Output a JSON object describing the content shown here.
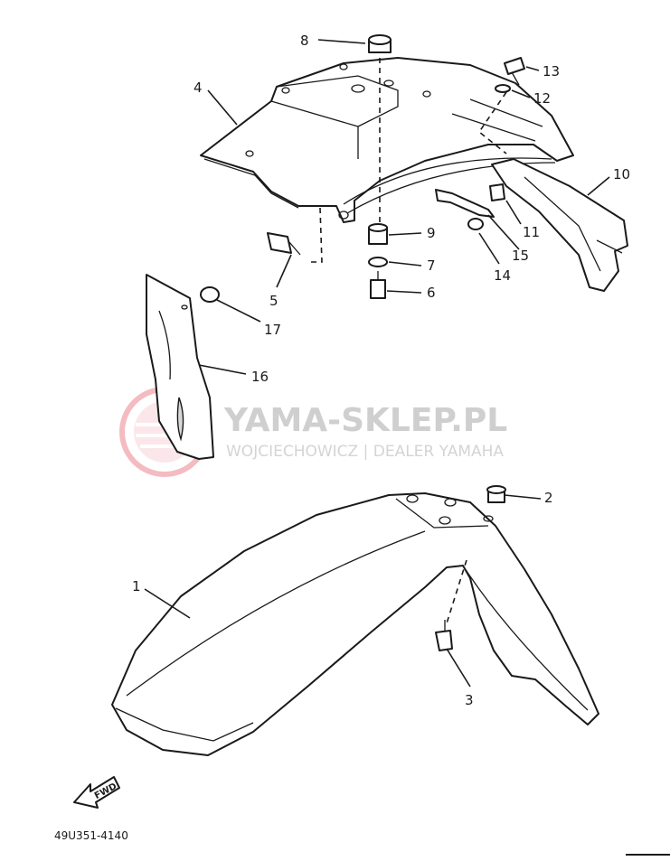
{
  "watermark": {
    "title": "YAMA-SKLEP.PL",
    "subtitle": "WOJCIECHOWICZ | DEALER YAMAHA",
    "logo_color": "#e04050"
  },
  "diagram_code": "49U351-4140",
  "fwd_label": "FWD",
  "callouts": [
    "1",
    "2",
    "3",
    "4",
    "5",
    "6",
    "7",
    "8",
    "9",
    "10",
    "11",
    "12",
    "13",
    "14",
    "15",
    "16",
    "17"
  ]
}
